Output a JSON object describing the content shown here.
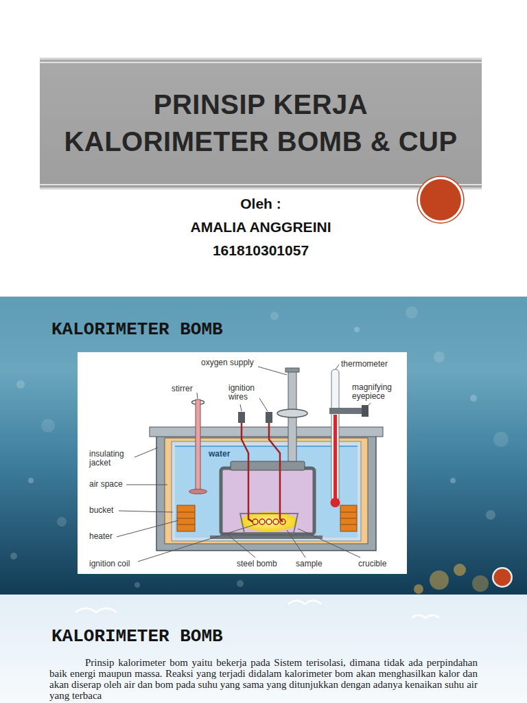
{
  "diagram": {
    "title": "PRINSIP KERJA KALORIMETER BOMB & CUP",
    "labels": [
      "Oleh :",
      "AMALIA ANGGREINI",
      "161810301057",
      "KALORIMETER BOMB",
      "oxygen supply",
      "thermometer",
      "stirrer",
      "ignition wires",
      "magnifying eyepiece",
      "insulating jacket",
      "water",
      "air space",
      "bucket",
      "heater",
      "ignition coil",
      "steel bomb",
      "sample",
      "crucible",
      "KALORIMETER BOMB",
      "Prinsip kalorimeter bom yaitu bekerja pada Sistem terisolasi, dimana tidak ada perpindahan baik energi maupun massa. Reaksi yang terjadi didalam kalorimeter bom akan menghasilkan kalor dan akan diserap oleh air dan bom pada suhu yang sama yang ditunjukkan dengan adanya kenaikan suhu air yang terbaca"
    ]
  }
}
